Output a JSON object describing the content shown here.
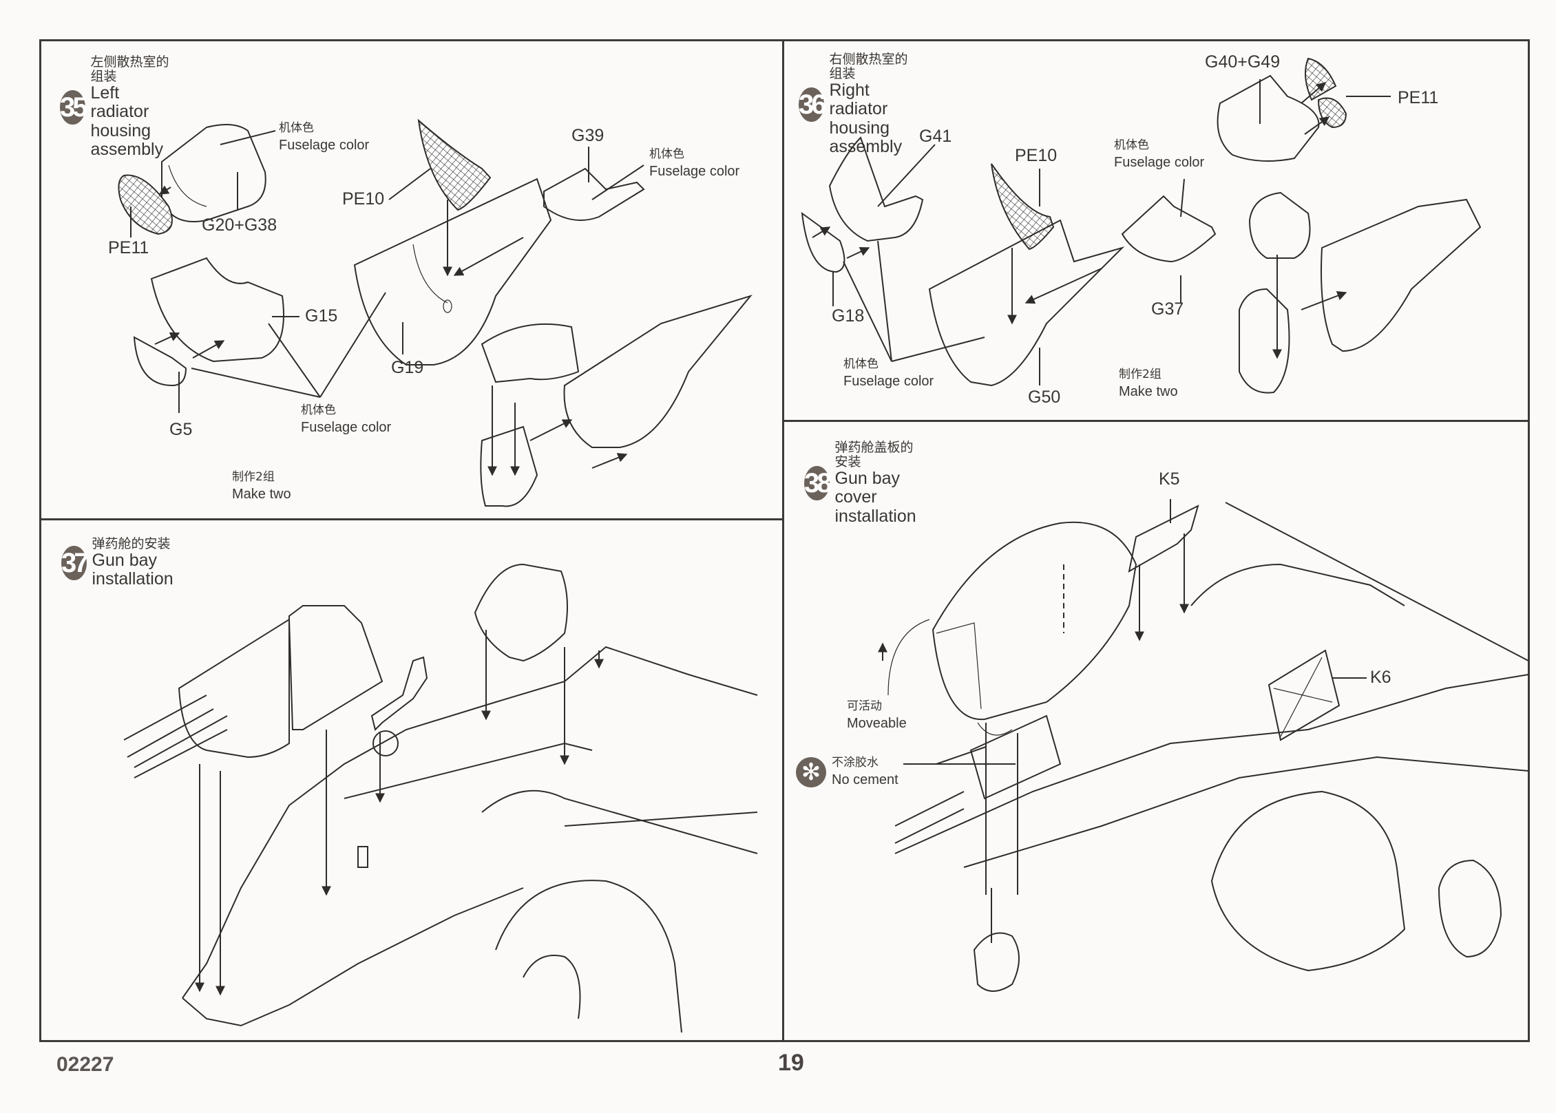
{
  "page": {
    "code": "02227",
    "number": "19"
  },
  "colors": {
    "badge": "#6b625b",
    "border": "#3d3a38",
    "text": "#3a3633"
  },
  "steps": [
    {
      "number": "35",
      "title_zh": "左侧散热室的组装",
      "title_en": "Left radiator housing assembly",
      "part_labels": [
        "G20+G38",
        "PE11",
        "PE10",
        "G39",
        "G15",
        "G19",
        "G5"
      ],
      "notes": [
        {
          "zh": "机体色",
          "en": "Fuselage color"
        },
        {
          "zh": "机体色",
          "en": "Fuselage color"
        },
        {
          "zh": "机体色",
          "en": "Fuselage color"
        },
        {
          "zh": "制作2组",
          "en": "Make two"
        }
      ]
    },
    {
      "number": "36",
      "title_zh": "右侧散热室的组装",
      "title_en": "Right radiator housing assembly",
      "part_labels": [
        "G40+G49",
        "PE11",
        "G41",
        "PE10",
        "G18",
        "G37",
        "G50"
      ],
      "notes": [
        {
          "zh": "机体色",
          "en": "Fuselage color"
        },
        {
          "zh": "机体色",
          "en": "Fuselage color"
        },
        {
          "zh": "制作2组",
          "en": "Make two"
        }
      ]
    },
    {
      "number": "37",
      "title_zh": "弹药舱的安装",
      "title_en": "Gun bay installation"
    },
    {
      "number": "38",
      "title_zh": "弹药舱盖板的安装",
      "title_en": "Gun bay cover installation",
      "part_labels": [
        "K5",
        "K6"
      ],
      "notes": [
        {
          "zh": "可活动",
          "en": "Moveable"
        },
        {
          "zh": "不涂胶水",
          "en": "No cement",
          "icon": "no-cement-icon"
        }
      ]
    }
  ]
}
